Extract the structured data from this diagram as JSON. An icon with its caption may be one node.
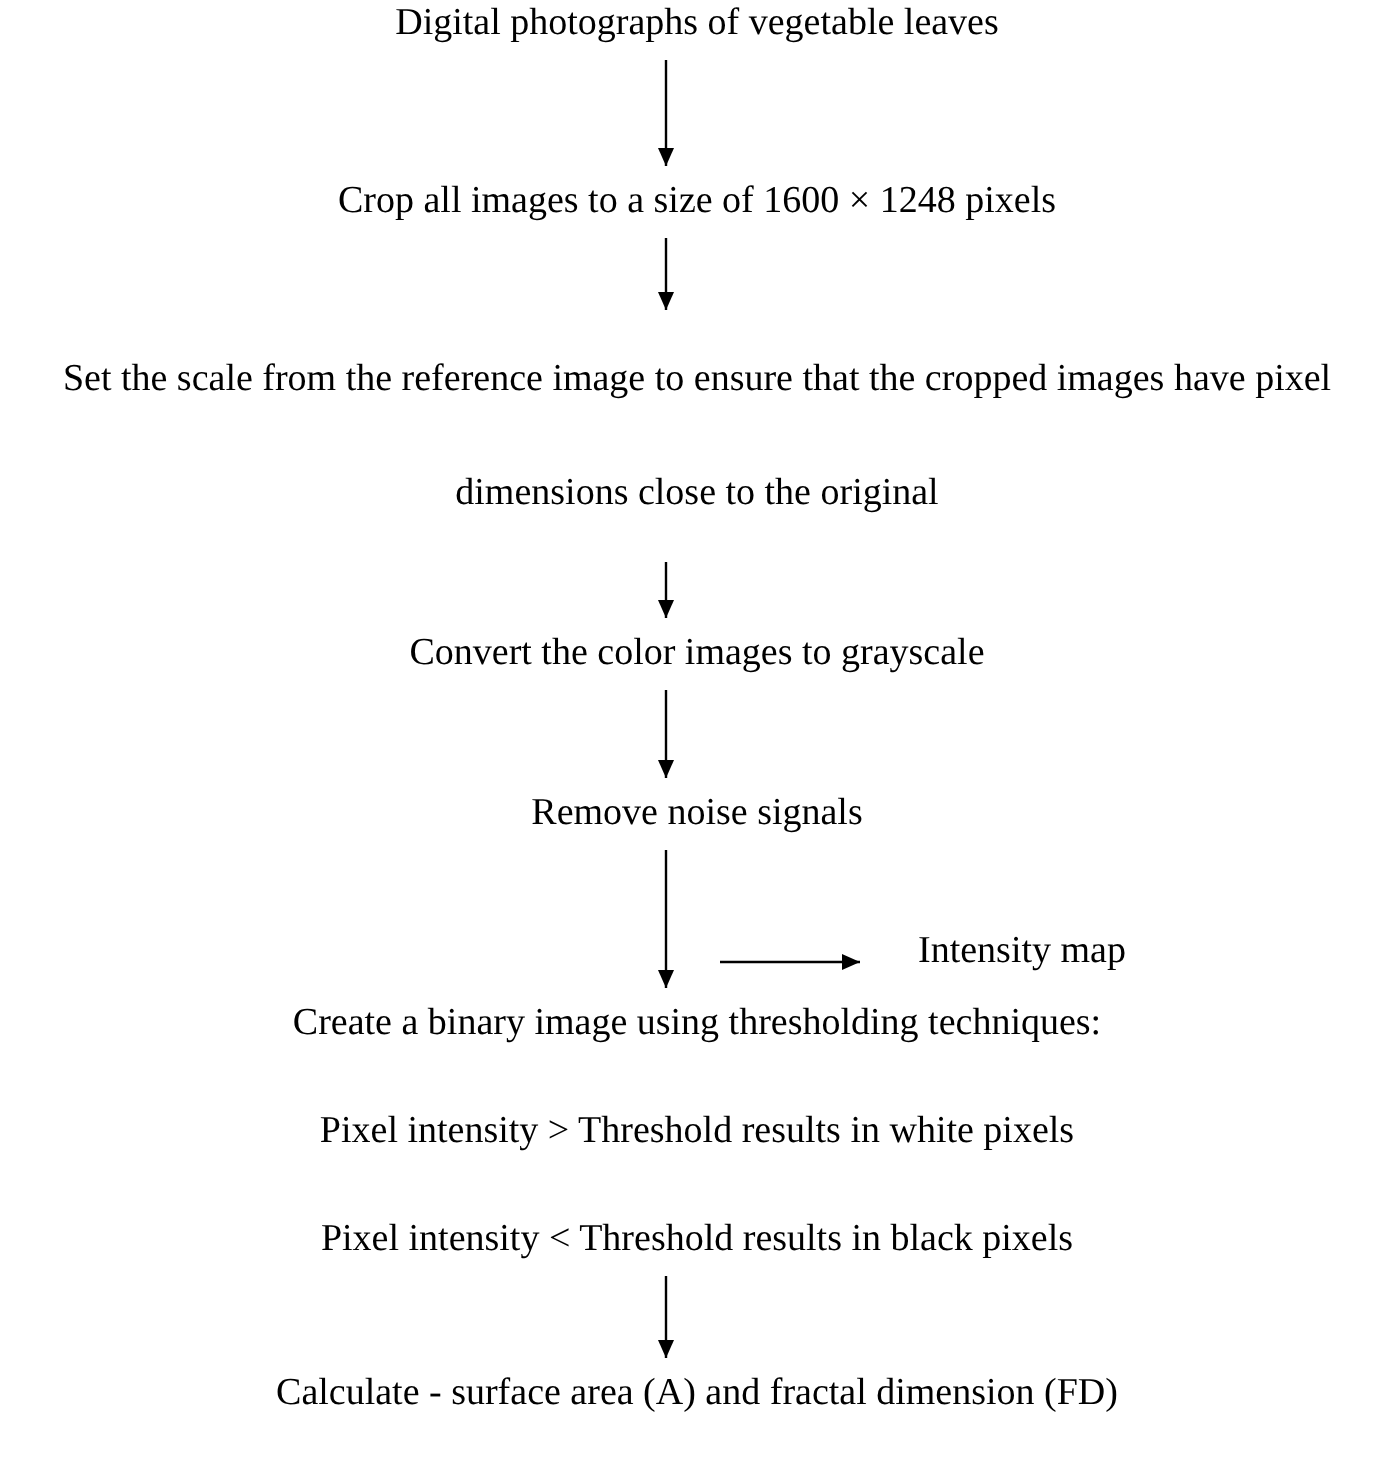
{
  "diagram": {
    "nodes": [
      {
        "text": [
          "Digital photographs of vegetable leaves"
        ]
      },
      {
        "text": [
          "Crop all images to a size of 1600 × 1248 pixels"
        ]
      },
      {
        "text": [
          "Set the scale from the reference image to ensure that the cropped images have pixel dimensions close to the original"
        ]
      },
      {
        "text": [
          "Convert the color images to grayscale"
        ]
      },
      {
        "text": [
          "Remove noise signals"
        ]
      },
      {
        "text": [
          "Intensity map"
        ]
      },
      {
        "text": [
          "Create a binary image using thresholding techniques:",
          "Pixel intensity > Threshold results in white pixels",
          "Pixel intensity < Threshold results in black pixels"
        ]
      },
      {
        "text": [
          "Calculate - surface area (A) and fractal dimension (FD)"
        ]
      }
    ],
    "edges": [
      {
        "from": 0,
        "to": 1,
        "arrow": "to"
      },
      {
        "from": 1,
        "to": 2,
        "arrow": "to"
      },
      {
        "from": 2,
        "to": 3,
        "arrow": "to"
      },
      {
        "from": 3,
        "to": 4,
        "arrow": "to"
      },
      {
        "from": 4,
        "to": 6,
        "arrow": "to"
      },
      {
        "from": null,
        "to": 5,
        "arrow": "to"
      },
      {
        "from": 6,
        "to": 7,
        "arrow": "to"
      }
    ]
  }
}
